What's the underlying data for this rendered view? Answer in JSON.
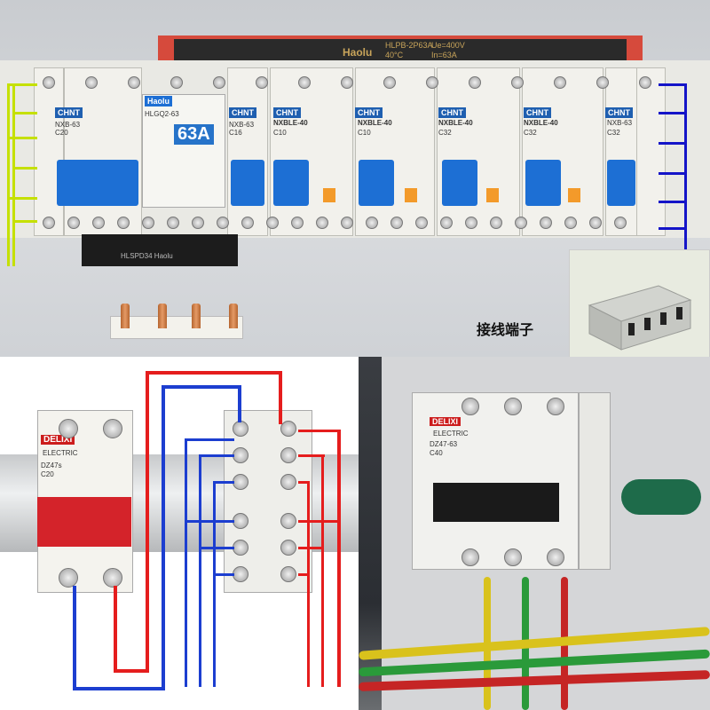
{
  "top_photo": {
    "busbar_brand": "Haolu",
    "busbar_spec_1": "HLPB-2P63A",
    "busbar_spec_2": "Ue=400V",
    "busbar_spec_3": "40°C",
    "busbar_spec_4": "In=63A",
    "modules": [
      {
        "brand": "CHNT",
        "model": "NXB-63",
        "rating": "C20"
      },
      {
        "brand": "Haolu",
        "model": "HLGQ2-63",
        "rating": "63A"
      },
      {
        "brand": "CHNT",
        "model": "NXB-63",
        "rating": "C16"
      },
      {
        "brand": "CHNT",
        "model": "NXBLE-40",
        "rating": "C10"
      },
      {
        "brand": "CHNT",
        "model": "NXBLE-40",
        "rating": "C10"
      },
      {
        "brand": "CHNT",
        "model": "NXBLE-40",
        "rating": "C32"
      },
      {
        "brand": "CHNT",
        "model": "NXBLE-40",
        "rating": "C32"
      },
      {
        "brand": "CHNT",
        "model": "NXB-63",
        "rating": "C32"
      }
    ],
    "blackbox_text": "HLSPD34 Haolu",
    "terminal_label": "接线端子"
  },
  "diagram": {
    "mcb_brand": "DELIXI",
    "mcb_sub": "ELECTRIC",
    "mcb_model": "DZ47s",
    "mcb_rating": "C20"
  },
  "photo2": {
    "brand": "DELIXI",
    "sub": "ELECTRIC",
    "model": "DZ47-63",
    "rating": "C40"
  },
  "colors": {
    "yellow_wire": "#c5e000",
    "blue_wire": "#1414c8",
    "red_wire": "#e51d1d",
    "chnt_blue": "#1d6fd4"
  }
}
